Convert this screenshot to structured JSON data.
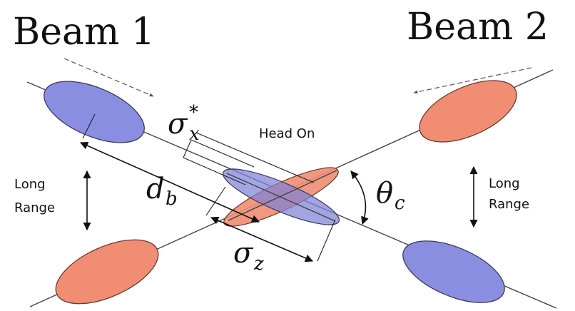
{
  "labels": {
    "beam1": "Beam 1",
    "beam2": "Beam 2",
    "head_on": "Head On",
    "long_range_left_line1": "Long",
    "long_range_left_line2": "Range",
    "long_range_right_line1": "Long",
    "long_range_right_line2": "Range"
  },
  "symbols": {
    "sigma_x_star_base": "σ",
    "sigma_x_star_sup": "*",
    "sigma_x_star_sub": "x",
    "d_b_base": "d",
    "d_b_sub": "b",
    "theta_c_base": "θ",
    "theta_c_sub": "c",
    "sigma_z_base": "σ",
    "sigma_z_sub": "z"
  },
  "colors": {
    "beam1_fill": "#8a8ee0",
    "beam2_fill": "#f08d73",
    "outline": "#3a3a5a"
  }
}
